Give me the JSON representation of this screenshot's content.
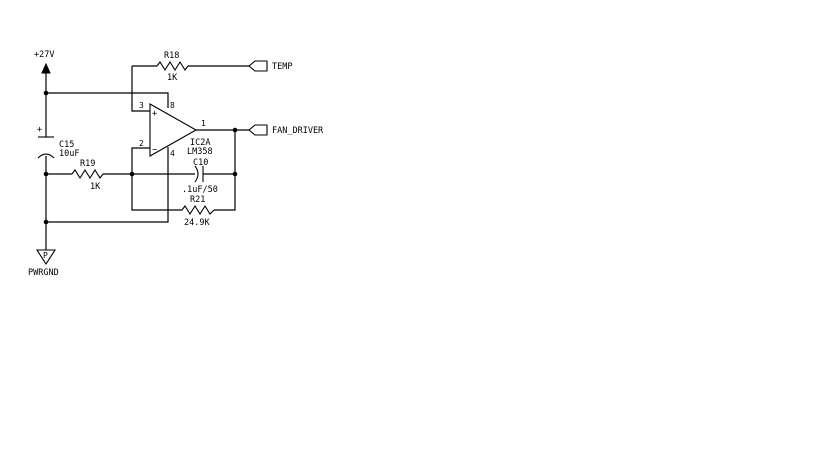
{
  "power": {
    "supply_label": "+27V",
    "ground_label": "PWRGND",
    "ground_symbol": "P"
  },
  "ports": {
    "temp": "TEMP",
    "fan_driver": "FAN_DRIVER"
  },
  "opamp": {
    "ref": "IC2A",
    "part": "LM358",
    "pin_noninv": "3",
    "pin_inv": "2",
    "pin_out": "1",
    "pin_vcc": "8",
    "pin_gnd": "4",
    "sign_plus": "+",
    "sign_minus": "−"
  },
  "components": {
    "r18": {
      "ref": "R18",
      "value": "1K"
    },
    "r19": {
      "ref": "R19",
      "value": "1K"
    },
    "r21": {
      "ref": "R21",
      "value": "24.9K"
    },
    "c15": {
      "ref": "C15",
      "value": "10uF",
      "polarity": "+"
    },
    "c10": {
      "ref": "C10",
      "value": ".1uF/50"
    }
  }
}
